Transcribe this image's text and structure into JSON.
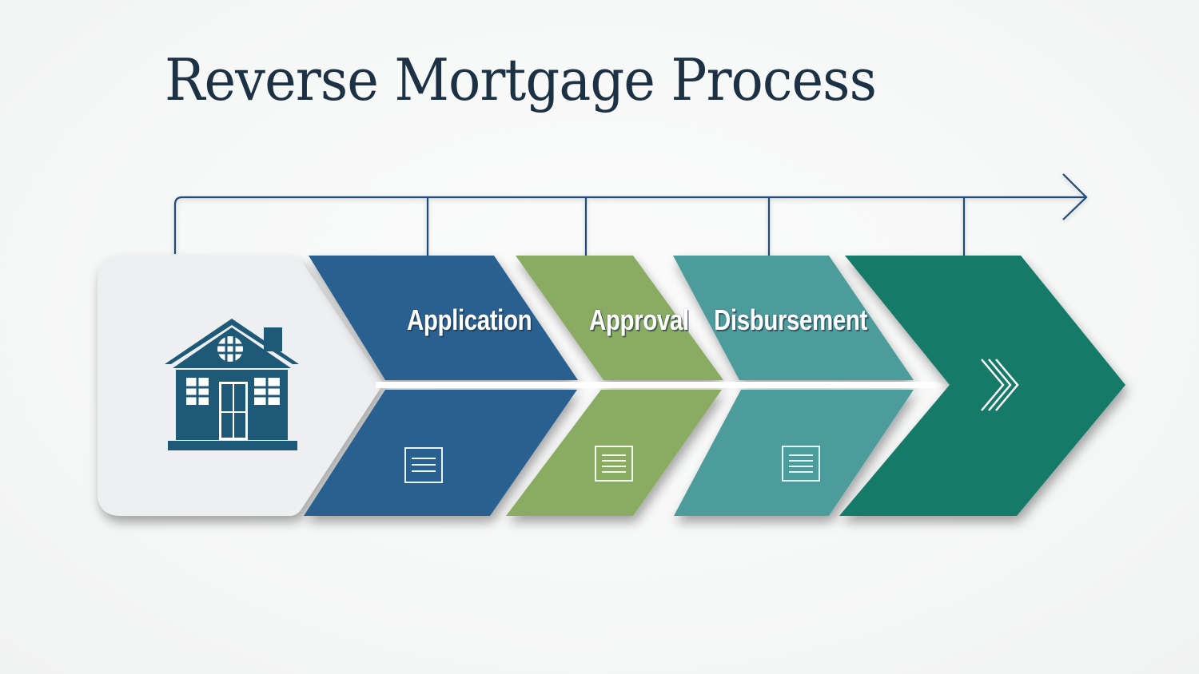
{
  "title": "Reverse Mortgage Process",
  "colors": {
    "title": "#1c3144",
    "timeline": "#1f4e7a",
    "home_card": "#eeeff0",
    "house_icon": "#1e5a78",
    "application": "#2b6190",
    "approval": "#8aac62",
    "disbursement": "#4d9c9c",
    "final": "#127a68"
  },
  "timeline": {
    "direction": "left-to-right",
    "arrow_icon": "arrow-right-icon",
    "tick_count": 5
  },
  "steps": [
    {
      "id": "home",
      "label": "",
      "icon": "house-icon"
    },
    {
      "id": "application",
      "label": "Application",
      "icon": "document-lines-icon"
    },
    {
      "id": "approval",
      "label": "Approval",
      "icon": "document-lines-icon"
    },
    {
      "id": "disbursement",
      "label": "Disbursement",
      "icon": "document-lines-icon"
    },
    {
      "id": "final",
      "label": "",
      "icon": "triple-chevron-right-icon"
    }
  ]
}
